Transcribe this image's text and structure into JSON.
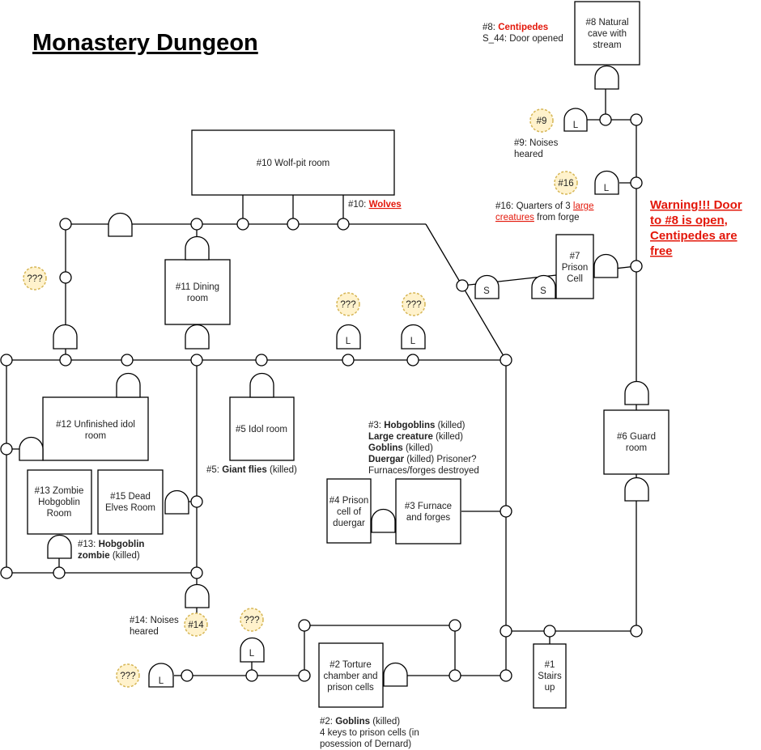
{
  "title": "Monastery Dungeon",
  "rooms": {
    "r1": [
      "#1",
      "Stairs",
      "up"
    ],
    "r2": [
      "#2 Torture",
      "chamber and",
      "prison cells"
    ],
    "r3": [
      "#3 Furnace",
      "and forges"
    ],
    "r4": [
      "#4 Prison",
      "cell of",
      "duergar"
    ],
    "r5": [
      "#5 Idol room"
    ],
    "r6": [
      "#6 Guard",
      "room"
    ],
    "r7": [
      "#7",
      "Prison",
      "Cell"
    ],
    "r8": [
      "#8 Natural",
      "cave with",
      "stream"
    ],
    "r10": [
      "#10 Wolf-pit room"
    ],
    "r11": [
      "#11 Dining",
      "room"
    ],
    "r12": [
      "#12 Unfinished idol",
      "room"
    ],
    "r13": [
      "#13 Zombie",
      "Hobgoblin",
      "Room"
    ],
    "r15": [
      "#15 Dead",
      "Elves Room"
    ]
  },
  "door_labels": {
    "lock": "L",
    "secret": "S"
  },
  "markers": {
    "unknown": "???",
    "m9": "#9",
    "m14": "#14",
    "m16": "#16"
  },
  "notes": {
    "n8_prefix": "#8: ",
    "n8_creature": "Centipedes",
    "n8_line2": "S_44: Door opened",
    "n9_line1": "#9: Noises",
    "n9_line2": "heared",
    "n10_prefix": "#10: ",
    "n10_creature": "Wolves",
    "n16_line1_a": "#16: Quarters of 3 ",
    "n16_line1_b": "large",
    "n16_line2_a": "creatures",
    "n16_line2_b": " from forge",
    "warning_1": "Warning!!! Door",
    "warning_2": "to #8 is open,",
    "warning_3": "Centipedes are",
    "warning_4": "free",
    "n3_prefix": "#3: ",
    "n3_hob": "Hobgoblins",
    "n3_hob_s": " (killed)",
    "n3_large": "Large creature",
    "n3_large_s": " (killed)",
    "n3_gob": "Goblins",
    "n3_gob_s": " (killed)",
    "n3_duer": "Duergar",
    "n3_duer_s": " (killed) Prisoner?",
    "n3_furn": "Furnaces/forges destroyed",
    "n5_prefix": "#5: ",
    "n5_flies": "Giant flies",
    "n5_s": " (killed)",
    "n13_prefix": "#13: ",
    "n13_hob": "Hobgoblin",
    "n13_zombie": "zombie",
    "n13_s": " (killed)",
    "n14_line1": "#14: Noises",
    "n14_line2": "heared",
    "n2_prefix": "#2: ",
    "n2_gob": "Goblins",
    "n2_s": " (killed)",
    "n2_line2": "4 keys to prison cells (in",
    "n2_line3": "posession of Dernard)"
  },
  "colors": {
    "warning": "#e3170a",
    "marker_fill": "#fff2cc",
    "marker_stroke": "#d6b656",
    "line": "#000000"
  }
}
